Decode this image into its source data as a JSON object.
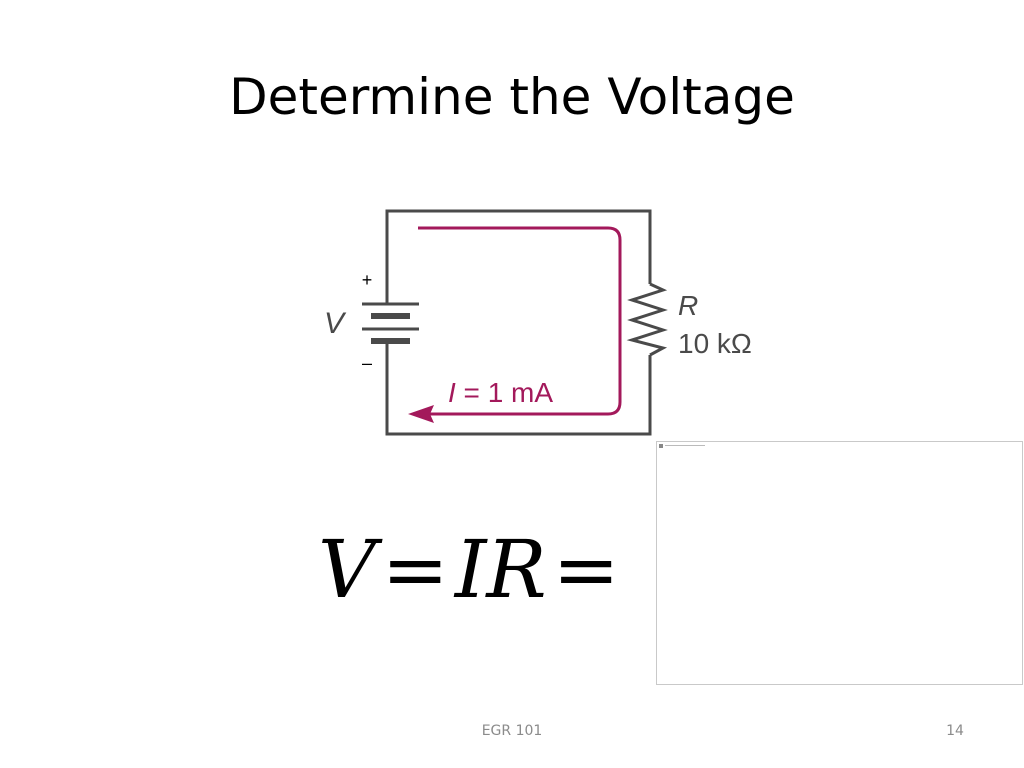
{
  "slide": {
    "title": "Determine the Voltage",
    "footer_text": "EGR 101",
    "page_number": "14"
  },
  "circuit": {
    "source_label": "V",
    "plus_sign": "+",
    "minus_sign": "–",
    "resistor_label": "R",
    "resistor_value": "10 kΩ",
    "current_symbol": "I",
    "current_value": " = 1 mA",
    "wire_color": "#4a4a4a",
    "current_arrow_color": "#a3195b"
  },
  "equation": {
    "v": "V",
    "eq1": "=",
    "ir": "IR",
    "eq2": "="
  }
}
